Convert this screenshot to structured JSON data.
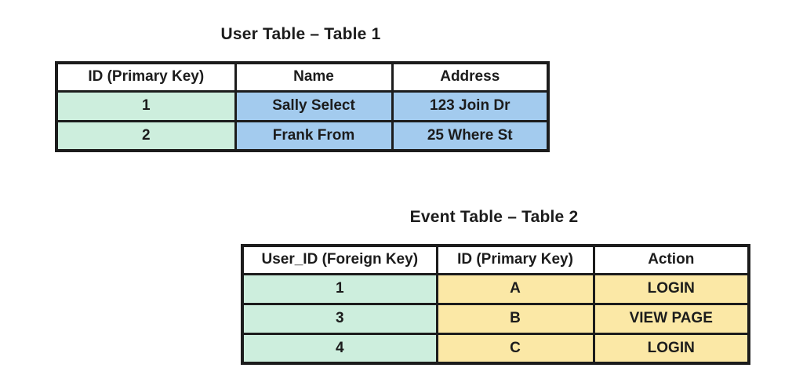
{
  "page": {
    "background": "#ffffff"
  },
  "colors": {
    "text": "#1c1c1c",
    "border": "#1c1c1c",
    "header_bg": "#ffffff",
    "green": "#cdeedd",
    "blue": "#a3cbee",
    "yellow": "#fbe8a6"
  },
  "tables": [
    {
      "title": "User Table – Table 1",
      "columns": [
        {
          "header": "ID (Primary Key)",
          "color_key": "green"
        },
        {
          "header": "Name",
          "color_key": "blue"
        },
        {
          "header": "Address",
          "color_key": "blue"
        }
      ],
      "rows": [
        [
          "1",
          "Sally Select",
          "123 Join Dr"
        ],
        [
          "2",
          "Frank From",
          "25 Where St"
        ]
      ]
    },
    {
      "title": "Event Table – Table 2",
      "columns": [
        {
          "header": "User_ID (Foreign Key)",
          "color_key": "green"
        },
        {
          "header": "ID (Primary Key)",
          "color_key": "yellow"
        },
        {
          "header": "Action",
          "color_key": "yellow"
        }
      ],
      "rows": [
        [
          "1",
          "A",
          "LOGIN"
        ],
        [
          "3",
          "B",
          "VIEW PAGE"
        ],
        [
          "4",
          "C",
          "LOGIN"
        ]
      ]
    }
  ]
}
